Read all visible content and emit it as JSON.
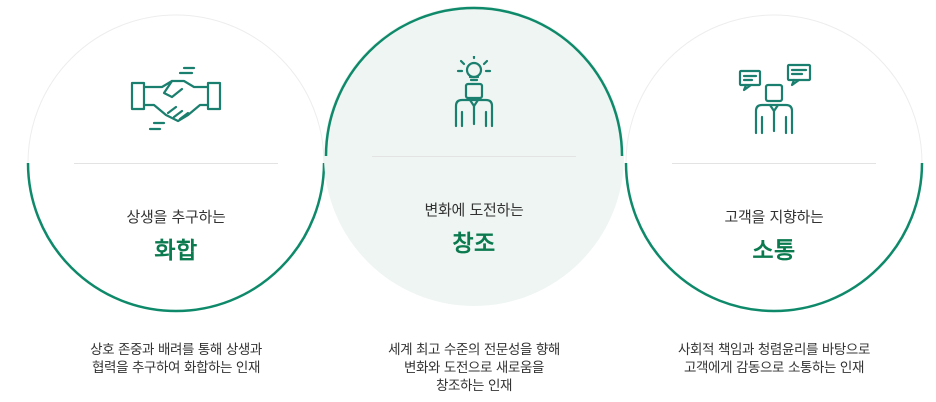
{
  "values": [
    {
      "icon": "handshake-icon",
      "subtitle": "상생을 추구하는",
      "title": "화합",
      "desc_lines": [
        "상호 존중과 배려를 통해 상생과",
        "협력을 추구하여 화합하는 인재"
      ]
    },
    {
      "icon": "lightbulb-person-icon",
      "subtitle": "변화에 도전하는",
      "title": "창조",
      "desc_lines": [
        "세계 최고 수준의 전문성을 향해",
        "변화와 도전으로 새로움을",
        "창조하는 인재"
      ]
    },
    {
      "icon": "speech-bubbles-person-icon",
      "subtitle": "고객을 지향하는",
      "title": "소통",
      "desc_lines": [
        "사회적 책임과 청렴윤리를 바탕으로",
        "고객에게 감동으로 소통하는 인재"
      ]
    }
  ],
  "colors": {
    "ring": "#0e8a6a",
    "icon": "#1a7f6e",
    "title": "#0b7a4f",
    "center_fill": "#eef5f2"
  }
}
